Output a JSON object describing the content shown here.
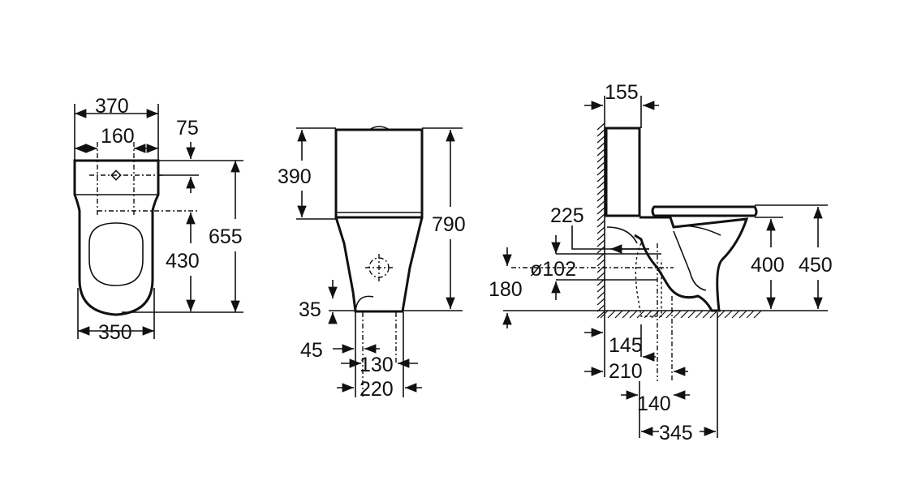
{
  "views": {
    "top": {
      "dims": {
        "overall_width": "370",
        "hole_spacing": "160",
        "hole_offset": "75",
        "overall_length": "655",
        "seat_length": "430",
        "bowl_width": "350"
      }
    },
    "front": {
      "dims": {
        "cistern_height": "390",
        "total_height": "790",
        "floor_fix_height": "35",
        "fix_offset": "45",
        "fix_spacing": "130",
        "base_width": "220"
      }
    },
    "side": {
      "dims": {
        "cistern_depth": "155",
        "outlet_distance": "225",
        "outlet_diameter": "ø102",
        "outlet_height": "180",
        "bowl_height": "400",
        "seat_height": "450",
        "floor_outlet_min": "145",
        "floor_outlet_max": "210",
        "fix_distance": "140",
        "base_depth": "345"
      }
    }
  }
}
